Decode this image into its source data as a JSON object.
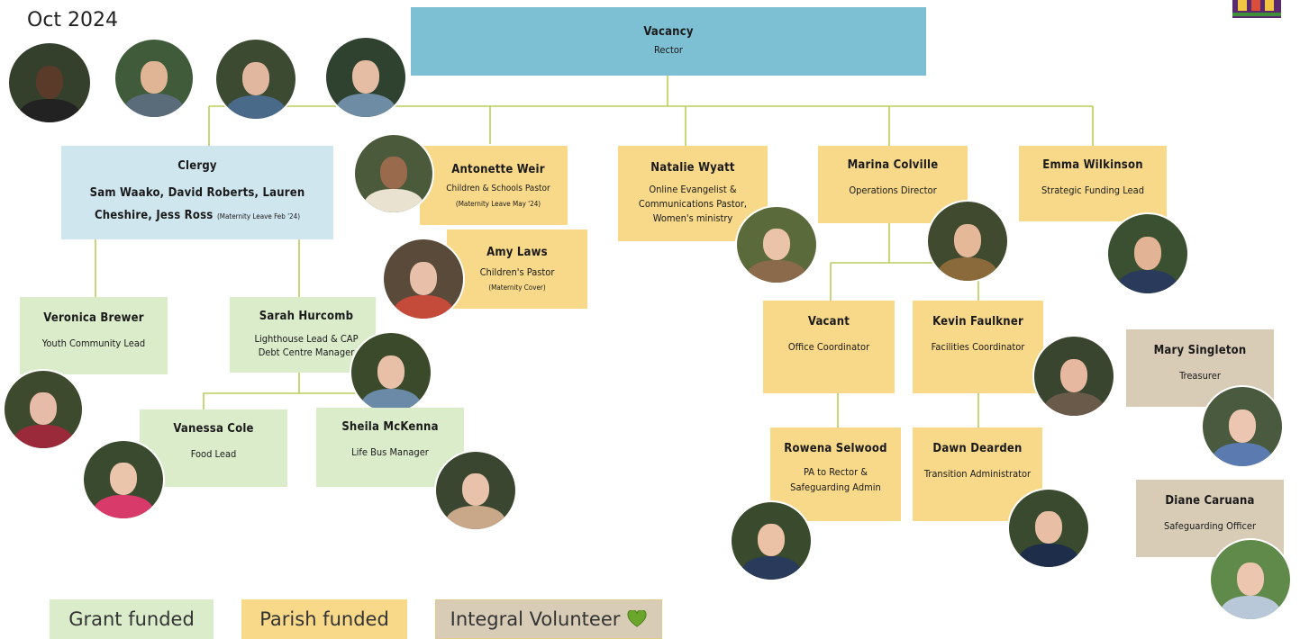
{
  "date": "Oct 2024",
  "top": {
    "name": "Vacancy",
    "role": "Rector"
  },
  "clergy": {
    "title": "Clergy",
    "names": "Sam Waako, David Roberts, Lauren Cheshire, Jess Ross",
    "note": "(Maternity Leave Feb '24)"
  },
  "people": {
    "antonette": {
      "name": "Antonette Weir",
      "role": "Children & Schools Pastor",
      "note": "(Maternity Leave May '24)"
    },
    "amy": {
      "name": "Amy Laws",
      "role": "Children's Pastor",
      "note": "(Maternity Cover)"
    },
    "natalie": {
      "name": "Natalie Wyatt",
      "role": "Online Evangelist & Communications Pastor, Women's ministry"
    },
    "marina": {
      "name": "Marina Colville",
      "role": "Operations Director"
    },
    "emma": {
      "name": "Emma Wilkinson",
      "role": "Strategic Funding Lead"
    },
    "veronica": {
      "name": "Veronica Brewer",
      "role": "Youth Community Lead"
    },
    "sarah": {
      "name": "Sarah Hurcomb",
      "role": "Lighthouse Lead & CAP Debt Centre Manager"
    },
    "vanessa": {
      "name": "Vanessa Cole",
      "role": "Food Lead"
    },
    "sheila": {
      "name": "Sheila McKenna",
      "role": "Life Bus Manager"
    },
    "vacant": {
      "name": "Vacant",
      "role": "Office Coordinator"
    },
    "kevin": {
      "name": "Kevin Faulkner",
      "role": "Facilities Coordinator"
    },
    "rowena": {
      "name": "Rowena Selwood",
      "role": "PA to Rector & Safeguarding Admin"
    },
    "dawn": {
      "name": "Dawn Dearden",
      "role": "Transition Administrator"
    },
    "mary": {
      "name": "Mary Singleton",
      "role": "Treasurer"
    },
    "diane": {
      "name": "Diane Caruana",
      "role": "Safeguarding Officer"
    }
  },
  "legend": {
    "grant": "Grant funded",
    "parish": "Parish funded",
    "volunteer": "Integral Volunteer"
  },
  "icons": {
    "legend_heart": "heart-icon",
    "logo": "logo-icon"
  },
  "colors": {
    "grant": "#dbeccb",
    "parish": "#f8d98a",
    "volunteer": "#d8ccb6",
    "rector": "#7dbfd3",
    "clergy": "#cfe6ef",
    "connector": "#b9cf5a",
    "heart": "#6aa62b"
  }
}
